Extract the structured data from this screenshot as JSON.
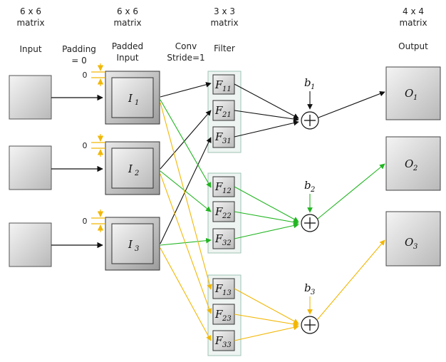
{
  "headers": {
    "input": {
      "size": "6 x 6",
      "kind": "matrix",
      "label": "Input"
    },
    "padding": {
      "line1": "Padding",
      "line2": "= 0"
    },
    "padded": {
      "size": "6 x 6",
      "kind": "matrix",
      "line1": "Padded",
      "line2": "Input"
    },
    "conv": {
      "line1": "Conv",
      "line2": "Stride=1"
    },
    "filter": {
      "size": "3 x 3",
      "kind": "matrix",
      "label": "Filter"
    },
    "output": {
      "size": "4 x 4",
      "kind": "matrix",
      "label": "Output"
    }
  },
  "padding_value": "0",
  "padded_inputs": [
    {
      "sym": "I",
      "sub": "1"
    },
    {
      "sym": "I",
      "sub": "2"
    },
    {
      "sym": "I",
      "sub": "3"
    }
  ],
  "filters": [
    {
      "sym": "F",
      "sub": "11"
    },
    {
      "sym": "F",
      "sub": "21"
    },
    {
      "sym": "F",
      "sub": "31"
    },
    {
      "sym": "F",
      "sub": "12"
    },
    {
      "sym": "F",
      "sub": "22"
    },
    {
      "sym": "F",
      "sub": "32"
    },
    {
      "sym": "F",
      "sub": "13"
    },
    {
      "sym": "F",
      "sub": "23"
    },
    {
      "sym": "F",
      "sub": "33"
    }
  ],
  "biases": [
    {
      "sym": "b",
      "sub": "1"
    },
    {
      "sym": "b",
      "sub": "2"
    },
    {
      "sym": "b",
      "sub": "3"
    }
  ],
  "outputs": [
    {
      "sym": "O",
      "sub": "1"
    },
    {
      "sym": "O",
      "sub": "2"
    },
    {
      "sym": "O",
      "sub": "3"
    }
  ],
  "colors": {
    "group1": "#111111",
    "group2": "#22b522",
    "group3": "#f2b705",
    "padding_marker": "#f2b705",
    "filter_group_border": "#9fc5b5"
  }
}
